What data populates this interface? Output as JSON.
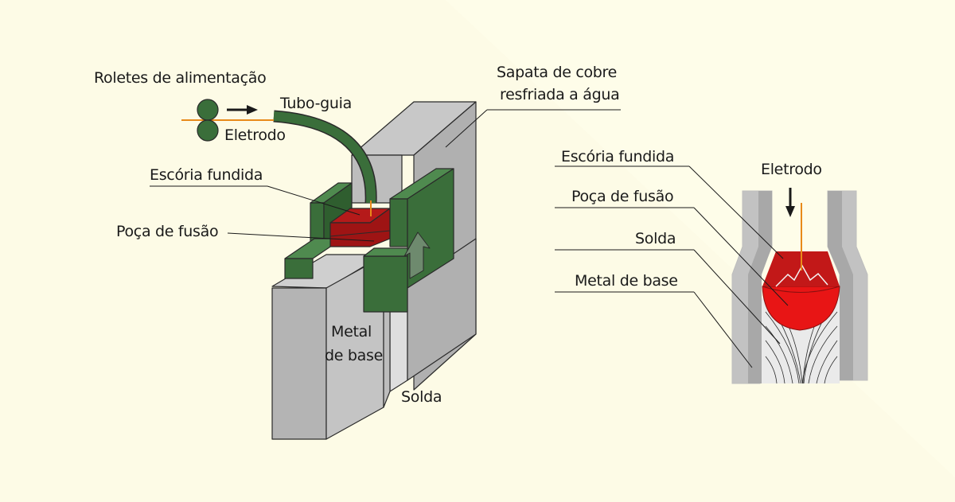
{
  "left_diagram": {
    "feed_rollers": "Roletes de alimentação",
    "guide_tube": "Tubo-guia",
    "electrode": "Eletrodo",
    "copper_shoe_line1": "Sapata de cobre",
    "copper_shoe_line2": "resfriada a água",
    "molten_slag": "Escória fundida",
    "weld_pool": "Poça de fusão",
    "base_metal_line1": "Metal",
    "base_metal_line2": "de base",
    "weld": "Solda"
  },
  "right_diagram": {
    "molten_slag": "Escória fundida",
    "electrode": "Eletrodo",
    "weld_pool": "Poça de fusão",
    "weld": "Solda",
    "base_metal": "Metal de base"
  },
  "colors": {
    "background": "#fdfbe6",
    "shoe_green": "#3a6e3a",
    "steel_gray": "#b4b4b4",
    "molten_red": "#c21818",
    "pool_red": "#e81515",
    "electrode_orange": "#e88a1a"
  }
}
